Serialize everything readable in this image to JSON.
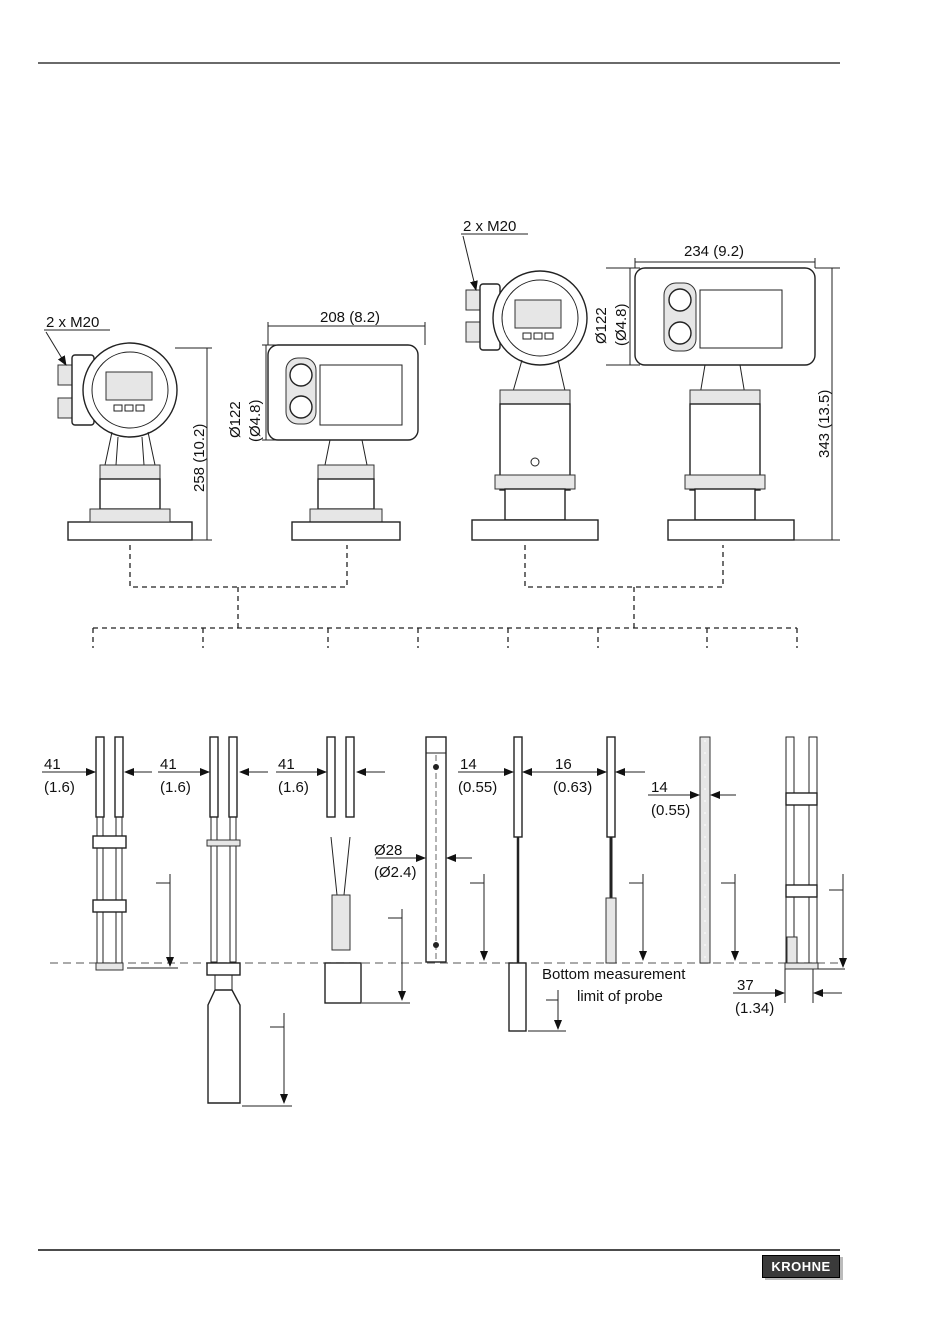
{
  "brand": {
    "logo_text": "KROHNE"
  },
  "housing_labels": {
    "glands_1": "2 x M20",
    "glands_2": "2 x M20",
    "height_1": "258 (10.2)",
    "width_1": "208 (8.2)",
    "dia_1_mm": "Ø122",
    "dia_1_in": "(Ø4.8)",
    "width_2": "234 (9.2)",
    "dia_2_mm": "Ø122",
    "dia_2_in": "(Ø4.8)",
    "height_2": "343 (13.5)"
  },
  "probes": [
    {
      "dim_mm": "41",
      "dim_in": "(1.6)"
    },
    {
      "dim_mm": "41",
      "dim_in": "(1.6)"
    },
    {
      "dim_mm": "41",
      "dim_in": "(1.6)"
    },
    {
      "dim_mm": "Ø28",
      "dim_in": "(Ø2.4)"
    },
    {
      "dim_mm": "14",
      "dim_in": "(0.55)"
    },
    {
      "dim_mm": "16",
      "dim_in": "(0.63)"
    },
    {
      "dim_mm": "14",
      "dim_in": "(0.55)"
    },
    {
      "dim_mm": "37",
      "dim_in": "(1.34)"
    }
  ],
  "annotation": {
    "line1": "Bottom measurement",
    "line2": "limit of probe"
  }
}
